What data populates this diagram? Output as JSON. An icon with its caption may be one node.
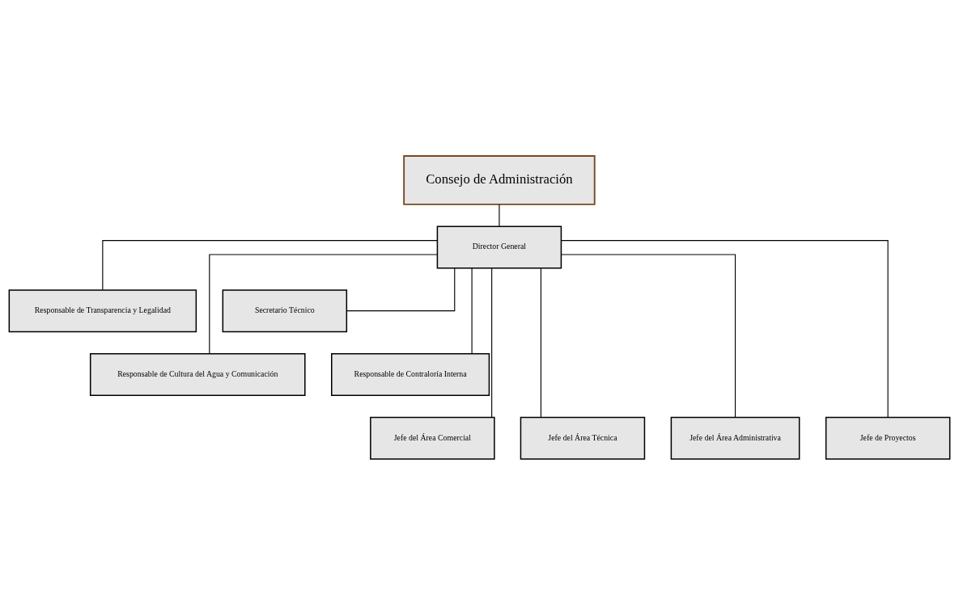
{
  "diagram": {
    "nodes": [
      {
        "text": [
          "Consejo de Administración"
        ]
      },
      {
        "text": [
          "Director General"
        ]
      },
      {
        "text": [
          "Responsable de Transparencia y Legalidad"
        ]
      },
      {
        "text": [
          "Secretario Técnico"
        ]
      },
      {
        "text": [
          "Responsable de Cultura del Agua y Comunicación"
        ]
      },
      {
        "text": [
          "Responsable de Contraloría Interna"
        ]
      },
      {
        "text": [
          "Jefe del Área Comercial"
        ]
      },
      {
        "text": [
          "Jefe del Área Técnica"
        ]
      },
      {
        "text": [
          "Jefe del Área Administrativa"
        ]
      },
      {
        "text": [
          "Jefe de Proyectos"
        ]
      }
    ],
    "edges": [
      {
        "from": 0,
        "to": 1,
        "arrow": "none"
      },
      {
        "from": 1,
        "to": 2,
        "arrow": "none"
      },
      {
        "from": 1,
        "to": 3,
        "arrow": "none"
      },
      {
        "from": 1,
        "to": 4,
        "arrow": "none"
      },
      {
        "from": 1,
        "to": 5,
        "arrow": "none"
      },
      {
        "from": 1,
        "to": 6,
        "arrow": "none"
      },
      {
        "from": 1,
        "to": 7,
        "arrow": "none"
      },
      {
        "from": 1,
        "to": 8,
        "arrow": "none"
      },
      {
        "from": 1,
        "to": 9,
        "arrow": "none"
      }
    ]
  }
}
